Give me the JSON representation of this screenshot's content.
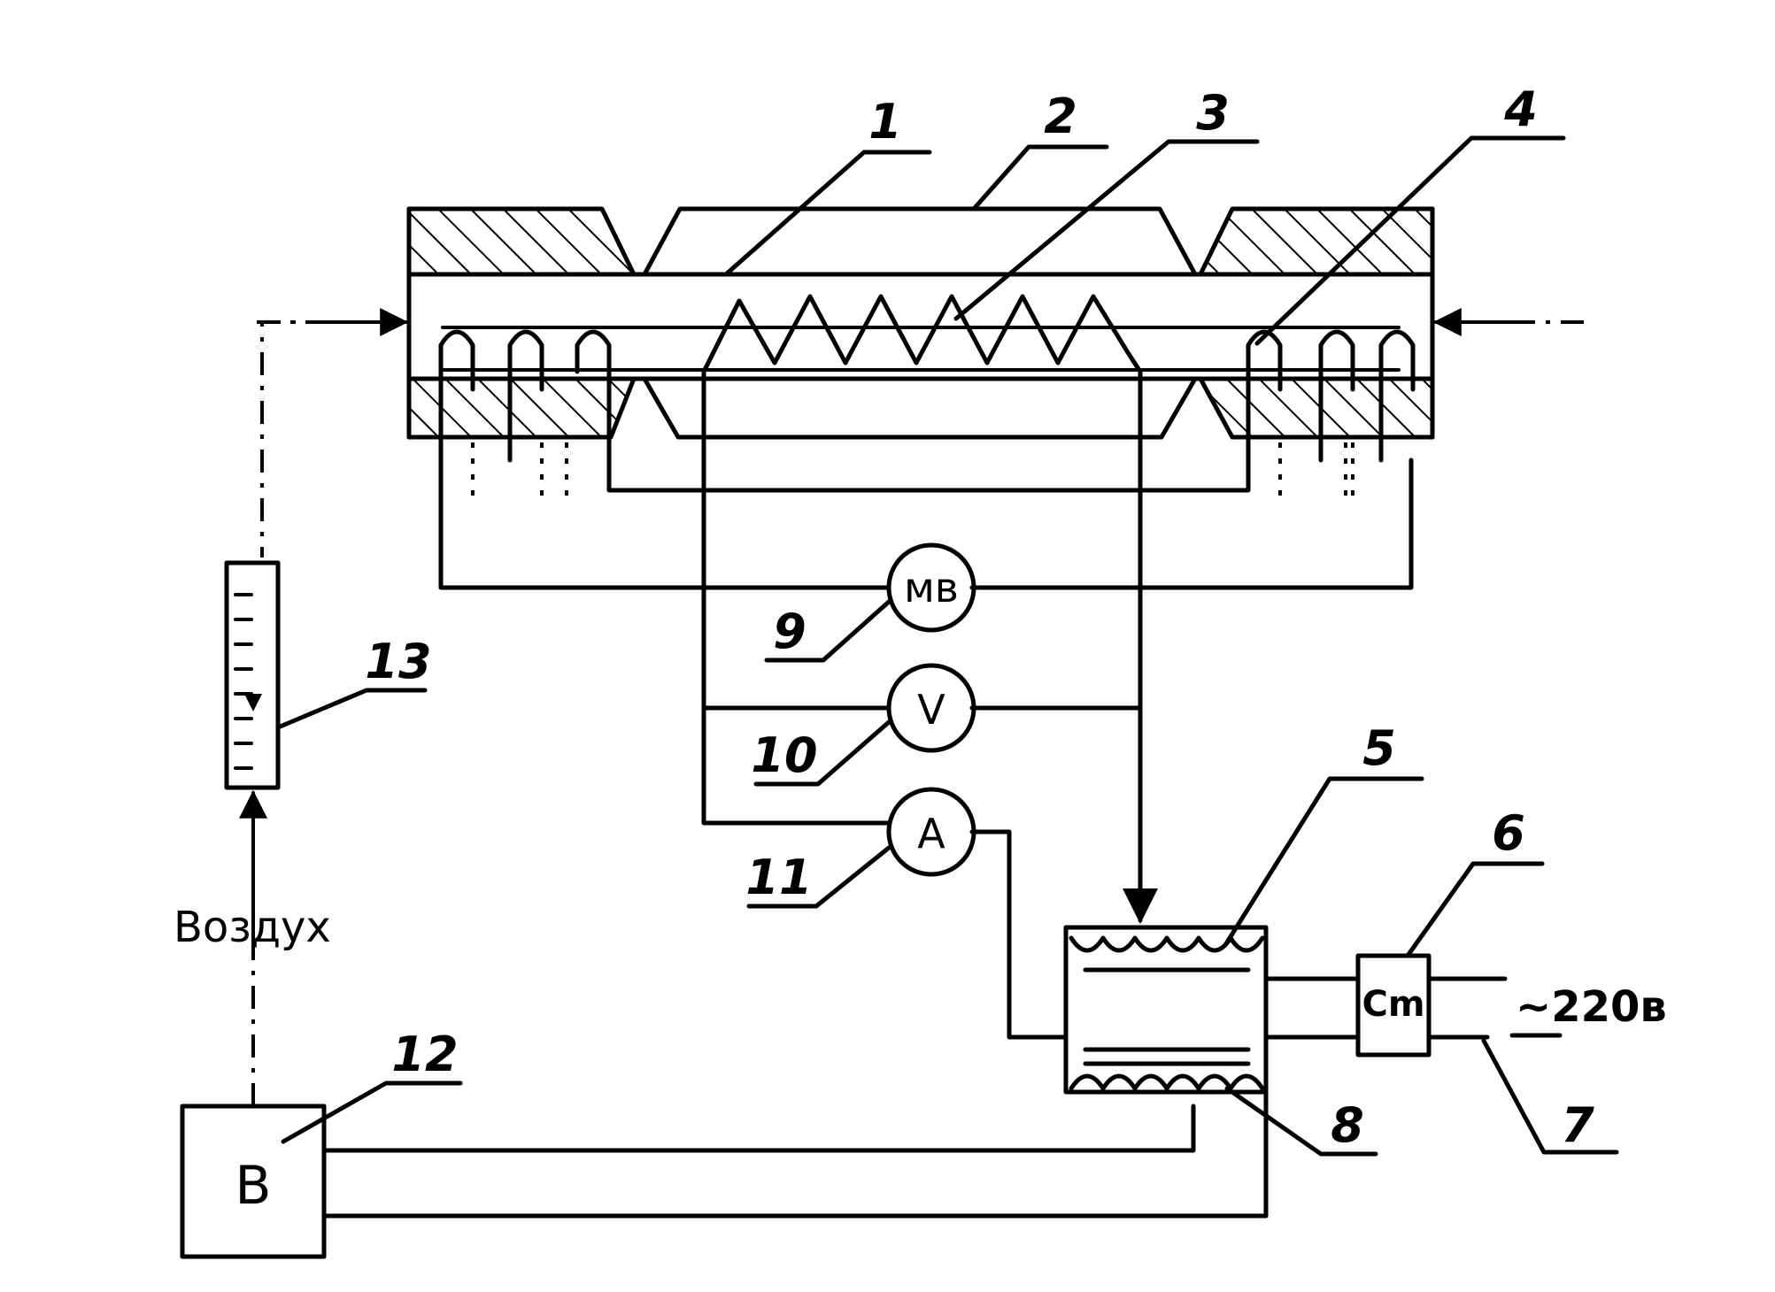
{
  "labels": {
    "n1": "1",
    "n2": "2",
    "n3": "3",
    "n4": "4",
    "n5": "5",
    "n6": "6",
    "n7": "7",
    "n8": "8",
    "n9": "9",
    "n10": "10",
    "n11": "11",
    "n12": "12",
    "n13": "13"
  },
  "meters": {
    "millivoltmeter": "мв",
    "voltmeter": "V",
    "ammeter": "A"
  },
  "blocks": {
    "stabilizer": "Cm",
    "blower": "В"
  },
  "annotations": {
    "air": "Воздух",
    "supply": "~220в"
  }
}
